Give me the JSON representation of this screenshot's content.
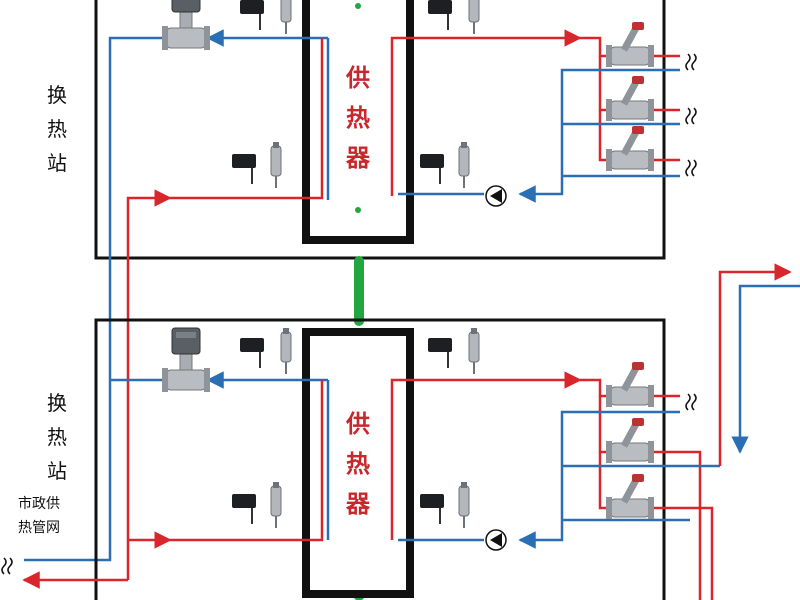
{
  "stations": [
    {
      "label_lines": [
        "换",
        "热",
        "站"
      ],
      "exchanger_lines": [
        "供",
        "热",
        "器"
      ]
    },
    {
      "label_lines": [
        "换",
        "热",
        "站"
      ],
      "exchanger_lines": [
        "供",
        "热",
        "器"
      ]
    }
  ],
  "network_label_lines": [
    "市政供",
    "热管网"
  ],
  "colors": {
    "supply": "#d8262c",
    "return": "#2a6fb3",
    "frame": "#111111",
    "link": "#22a640",
    "valve": "#9aa0a6",
    "actuator": "#5a5f66"
  }
}
